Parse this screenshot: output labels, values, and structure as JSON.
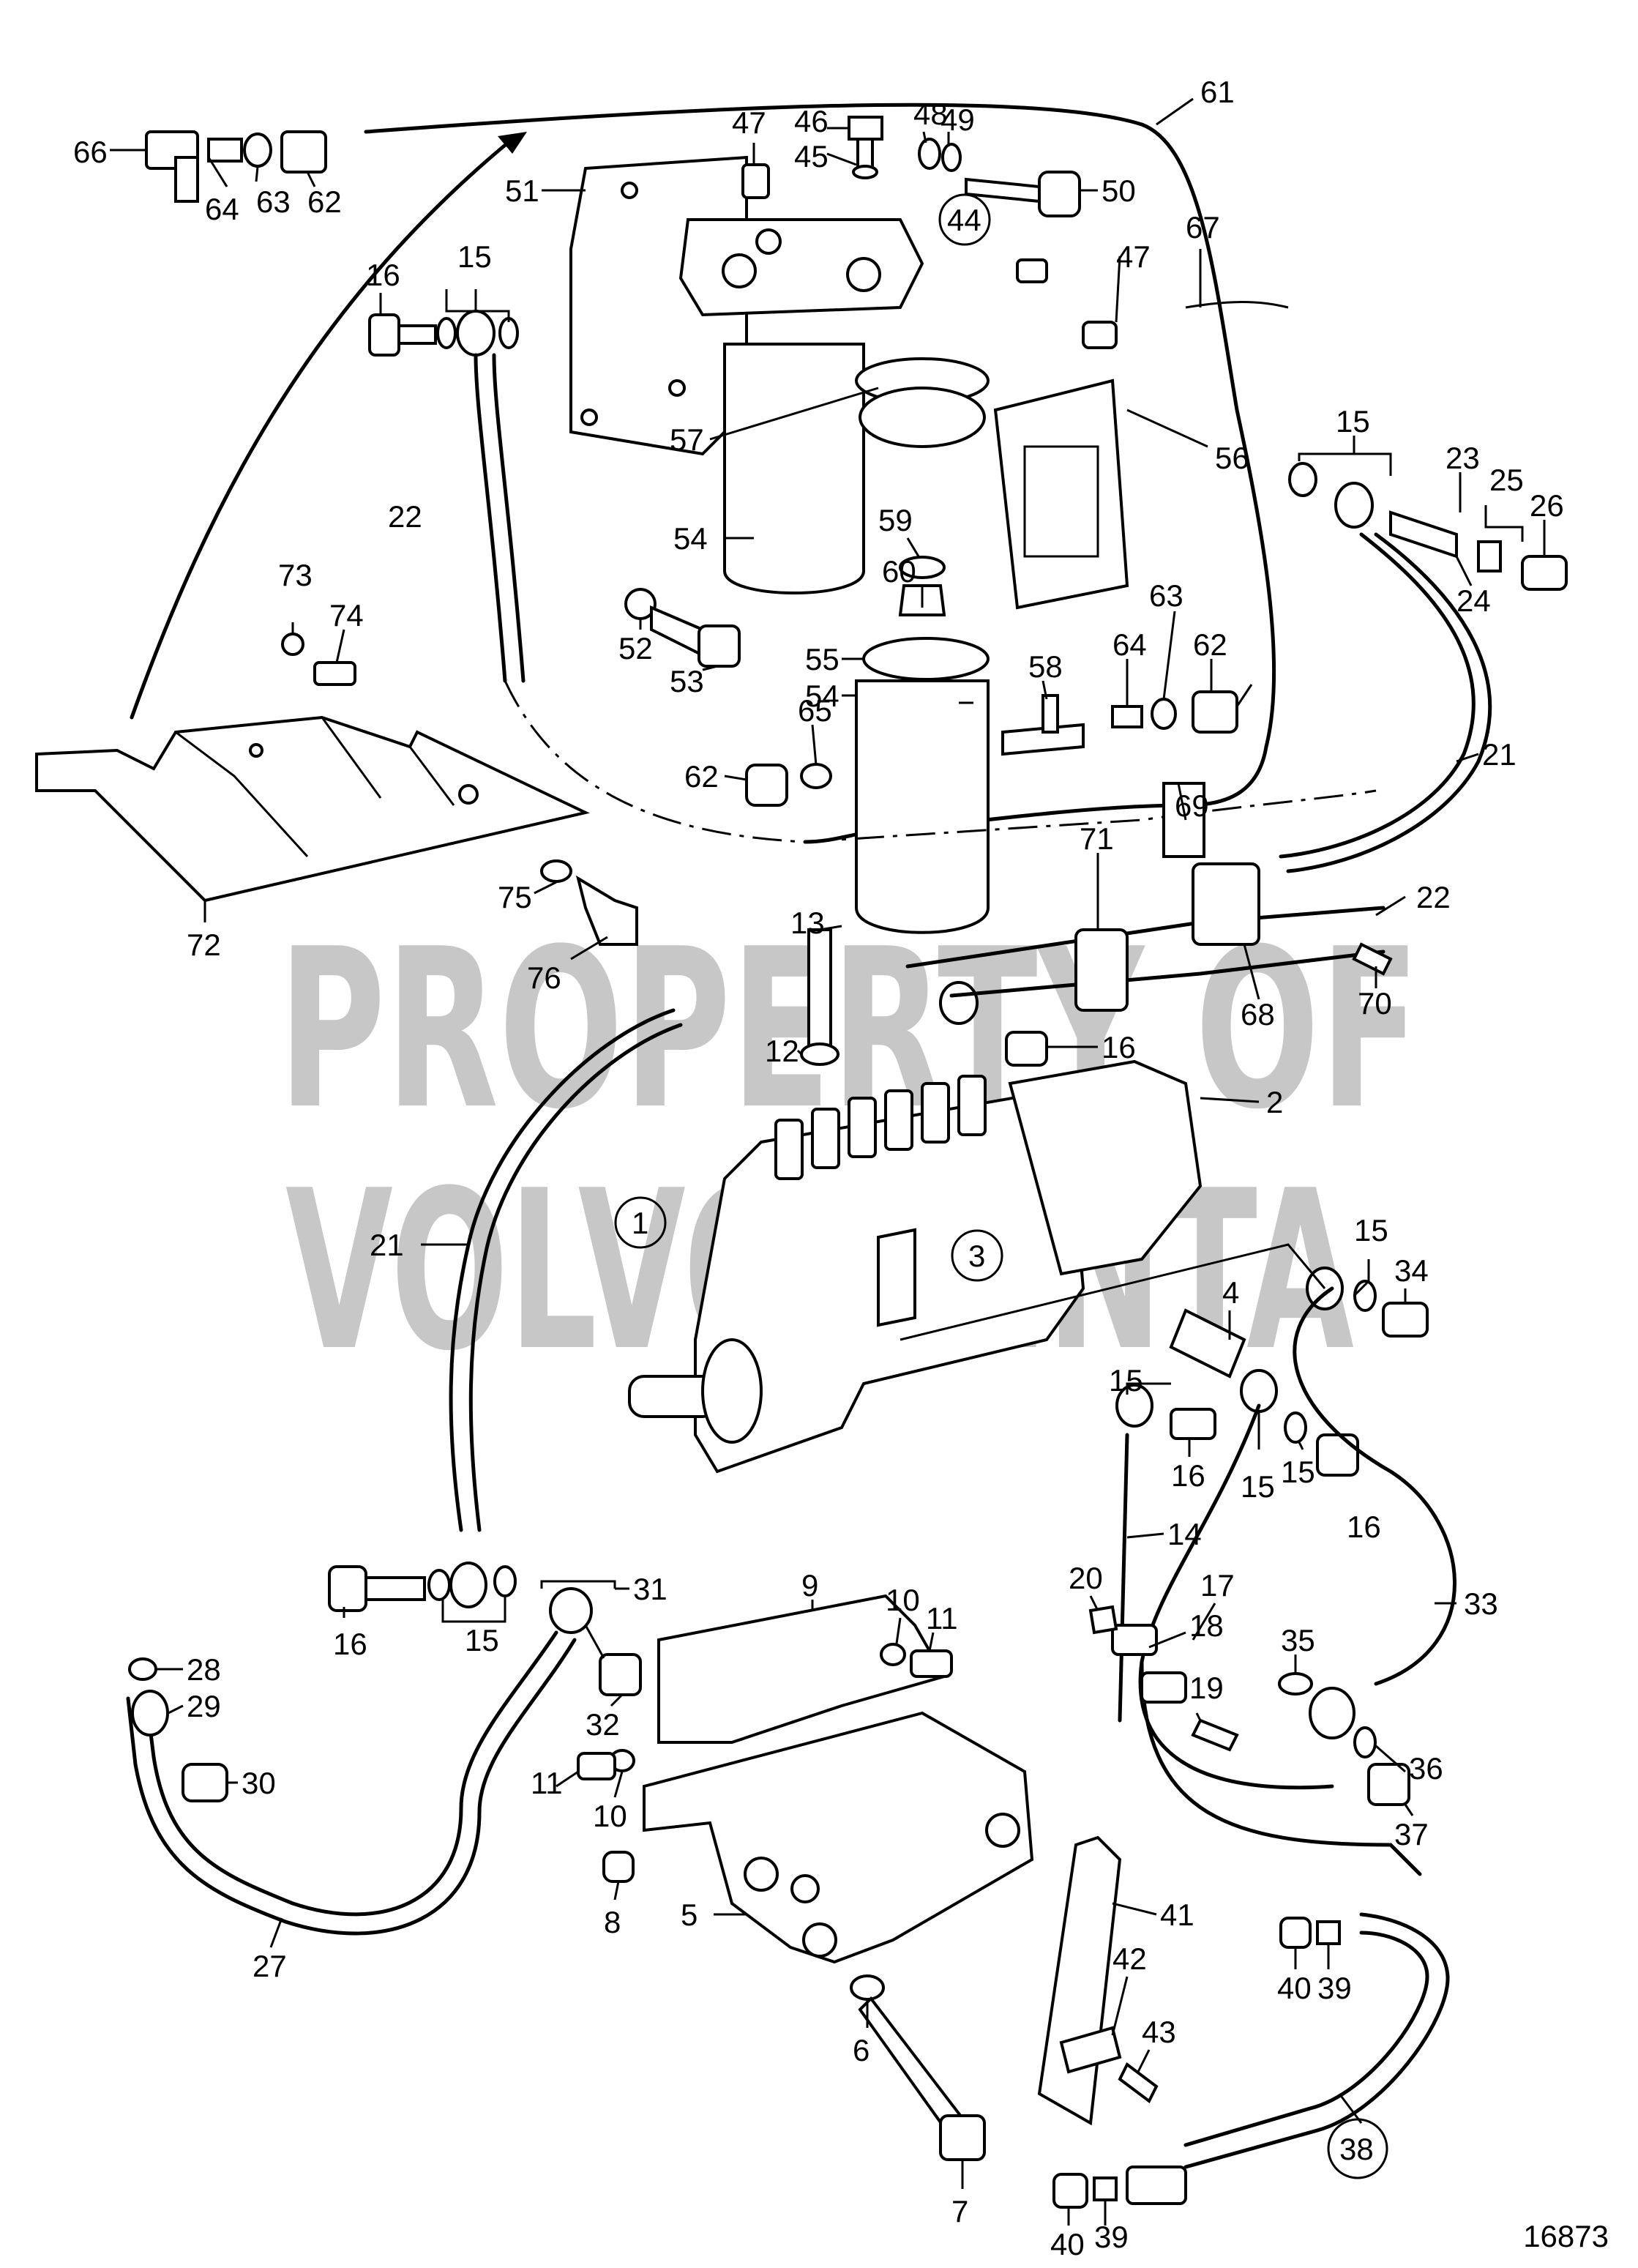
{
  "drawing_number": "16873",
  "watermark": {
    "line1": "PROPERTY OF",
    "line2": "VOLVO PENTA"
  },
  "circled_callouts": [
    "44",
    "1",
    "3",
    "38"
  ],
  "callouts": [
    "66",
    "64",
    "63",
    "62",
    "47",
    "46",
    "45",
    "48",
    "49",
    "61",
    "51",
    "50",
    "44",
    "67",
    "16",
    "15",
    "47",
    "57",
    "56",
    "22",
    "15",
    "23",
    "25",
    "26",
    "54",
    "59",
    "24",
    "73",
    "74",
    "60",
    "63",
    "64",
    "62",
    "52",
    "53",
    "55",
    "54",
    "58",
    "65",
    "62",
    "21",
    "72",
    "75",
    "76",
    "69",
    "71",
    "22",
    "13",
    "70",
    "68",
    "16",
    "12",
    "2",
    "1",
    "21",
    "3",
    "15",
    "34",
    "4",
    "15",
    "16",
    "15",
    "15",
    "14",
    "16",
    "16",
    "15",
    "31",
    "9",
    "10",
    "11",
    "20",
    "17",
    "33",
    "18",
    "35",
    "28",
    "29",
    "19",
    "32",
    "30",
    "36",
    "11",
    "10",
    "37",
    "41",
    "8",
    "5",
    "27",
    "40",
    "39",
    "42",
    "43",
    "6",
    "38",
    "40",
    "39",
    "7"
  ]
}
